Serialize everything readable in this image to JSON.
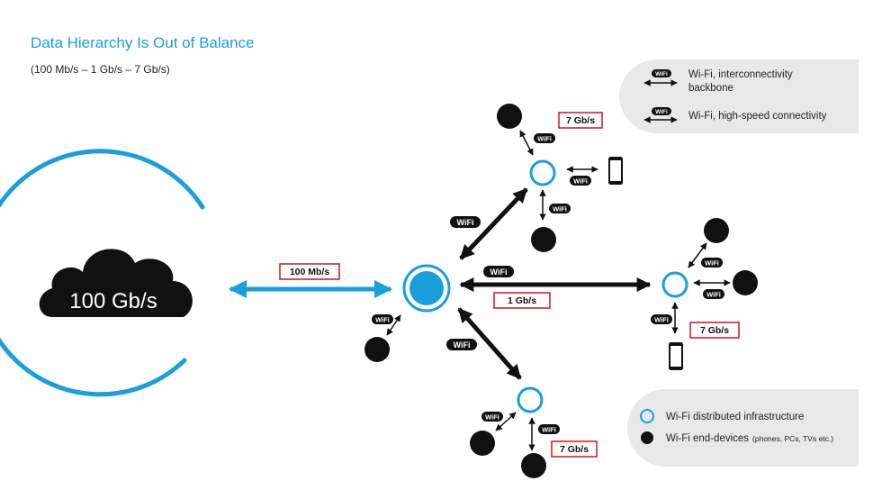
{
  "header": {
    "title": "Data Hierarchy Is Out of Balance",
    "subtitle": "(100 Mb/s – 1 Gb/s – 7 Gb/s)"
  },
  "diagram": {
    "cloud_label": "100 Gb/s",
    "wifi_badge": "WiFi",
    "rates": {
      "uplink": "100 Mb/s",
      "backbone_right": "1 Gb/s",
      "top_node": "7 Gb/s",
      "right_node": "7 Gb/s",
      "bottom_node": "7 Gb/s"
    }
  },
  "legend_top": {
    "interconnect": "Wi-Fi, interconnectivity",
    "interconnect_line2": "backbone",
    "highspeed": "Wi-Fi, high-speed connectivity"
  },
  "legend_bottom": {
    "infrastructure": "Wi-Fi distributed infrastructure",
    "end_devices": "Wi-Fi end-devices",
    "end_devices_note": "(phones, PCs, TVs etc.)"
  },
  "colors": {
    "accent": "#1a9fdc",
    "label_border": "#d2232a",
    "legend_bg": "#e8e8e9"
  }
}
